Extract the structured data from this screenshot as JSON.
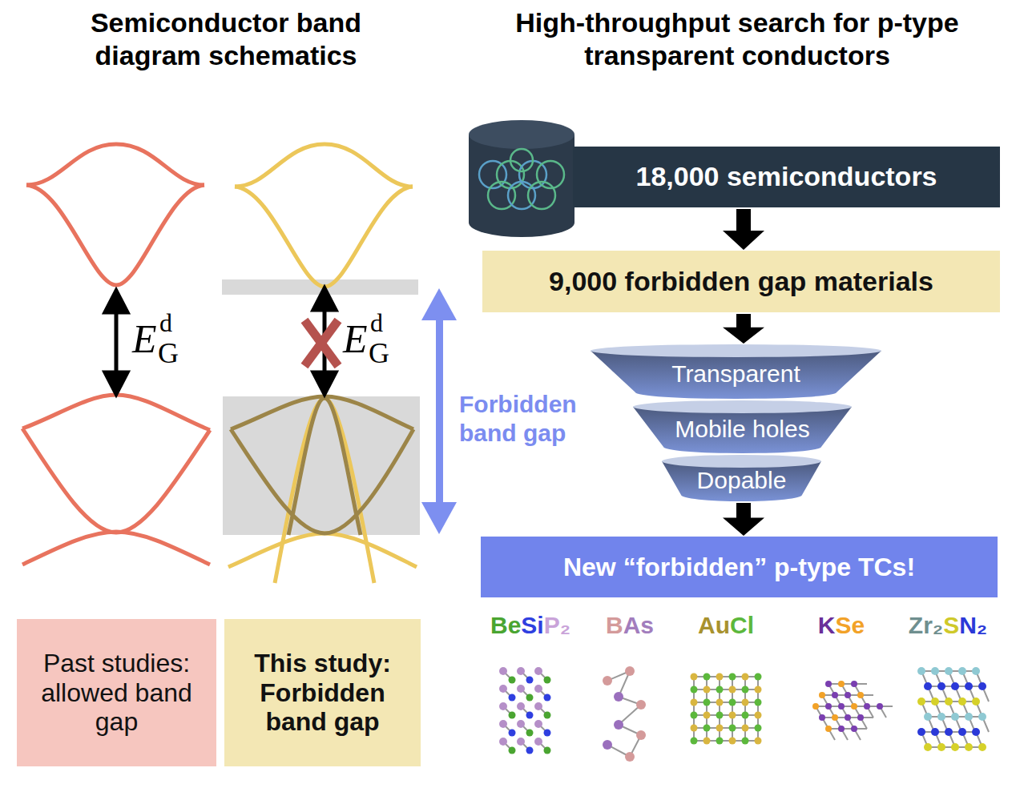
{
  "diagram": {
    "nodes": [
      {
        "text": [
          "18,000 semiconductors"
        ]
      },
      {
        "text": [
          "9,000 forbidden gap materials"
        ]
      },
      {
        "text": [
          "Transparent"
        ]
      },
      {
        "text": [
          "Mobile holes"
        ]
      },
      {
        "text": [
          "Dopable"
        ]
      },
      {
        "text": [
          "New “forbidden” p-type TCs!"
        ]
      },
      {
        "text": [
          "Past studies: allowed band gap"
        ]
      },
      {
        "text": [
          "This study: Forbidden band gap"
        ]
      }
    ],
    "edges": [
      {
        "from": 0,
        "to": 1,
        "arrow": "to"
      },
      {
        "from": 1,
        "to": 2,
        "arrow": "to"
      },
      {
        "from": 4,
        "to": 5,
        "arrow": "to"
      }
    ],
    "labels": [
      "Semiconductor band diagram schematics",
      "High-throughput search for p-type transparent conductors",
      "E",
      "d",
      "G",
      "E",
      "d",
      "G",
      "Forbidden band gap",
      "Be",
      "Si",
      "P₂",
      "B",
      "As",
      "Au",
      "Cl",
      "K",
      "Se",
      "Zr₂",
      "S",
      "N₂"
    ]
  }
}
